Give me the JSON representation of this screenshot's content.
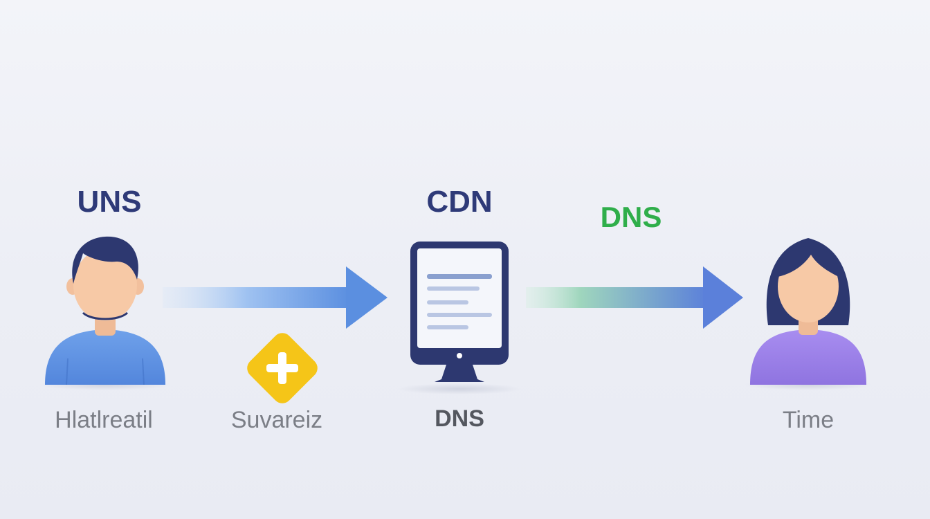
{
  "nodes": {
    "user_left": {
      "top_label": "UNS",
      "bottom_label": "Hlatlreatil"
    },
    "add_badge": {
      "label": "Suvareiz",
      "icon": "plus-icon"
    },
    "server": {
      "top_label": "CDN",
      "bottom_label": "DNS",
      "icon": "monitor-icon"
    },
    "link": {
      "label": "DNS"
    },
    "user_right": {
      "bottom_label": "Time"
    }
  },
  "colors": {
    "title_navy": "#2e3a78",
    "label_green": "#2fae4a",
    "arrow_blue": "#5b8fe0",
    "arrow_green": "#8fd0b0",
    "badge_yellow": "#f5c518",
    "shirt_blue": "#5f93e3",
    "shirt_purple": "#9a7de6",
    "skin": "#f7c9a6",
    "hair": "#2d3870"
  }
}
